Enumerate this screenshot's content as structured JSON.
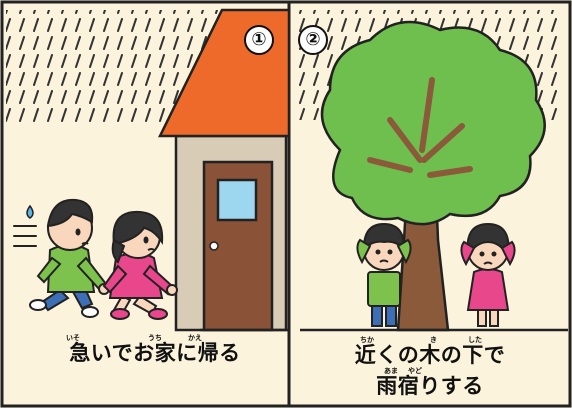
{
  "panels": [
    {
      "number": "①",
      "caption": "急いでお家に帰る",
      "ruby": [
        "いそ",
        "うち",
        "かえ"
      ]
    },
    {
      "number": "②",
      "caption_line1": "近くの木の下で",
      "caption_line2": "雨宿りする",
      "ruby_line1": [
        "ちか",
        "き",
        "した"
      ],
      "ruby_line2": [
        "あま",
        "やど"
      ]
    }
  ],
  "colors": {
    "background": "#fbf3dc",
    "roof": "#ee6a2a",
    "wall": "#d9ccb6",
    "door": "#8a5236",
    "window": "#9dd6ef",
    "tree_leaves": "#6fbf4f",
    "trunk": "#8a5a3a",
    "boy_shirt": "#7ec24e",
    "girl_shirt": "#e8478c",
    "rain": "#333333"
  }
}
